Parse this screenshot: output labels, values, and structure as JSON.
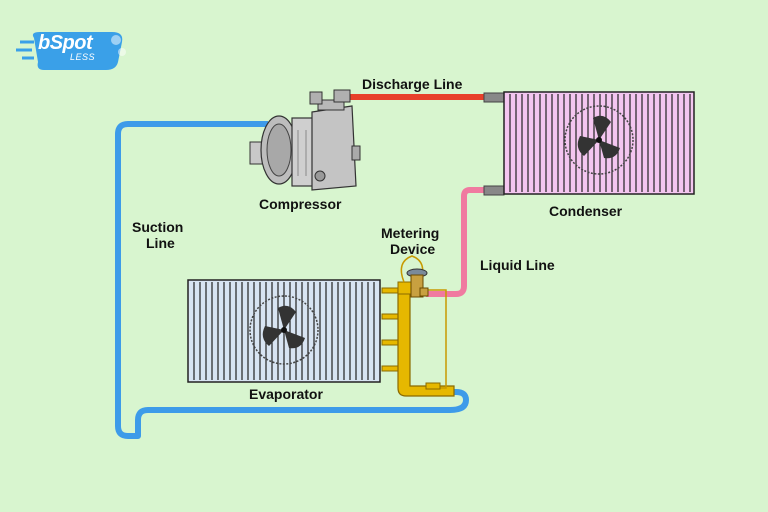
{
  "logo": {
    "main": "bSpot",
    "sub": "LESS"
  },
  "labels": {
    "discharge_line": "Discharge Line",
    "compressor": "Compressor",
    "condenser": "Condenser",
    "suction_line_1": "Suction",
    "suction_line_2": "Line",
    "metering_device_1": "Metering",
    "metering_device_2": "Device",
    "liquid_line": "Liquid Line",
    "evaporator": "Evaporator"
  },
  "colors": {
    "background": "#d8f5cf",
    "suction_line": "#3d9be9",
    "discharge_line": "#e8402a",
    "liquid_line": "#f07aa0",
    "condenser_fill": "#f4c6f0",
    "evaporator_fill": "#d8e4f2",
    "metering_pipe": "#e6b800",
    "logo": "#3aa0e8"
  },
  "icons": [
    "compressor-icon",
    "condenser-fan-icon",
    "evaporator-fan-icon",
    "metering-valve-icon",
    "logo-icon"
  ]
}
